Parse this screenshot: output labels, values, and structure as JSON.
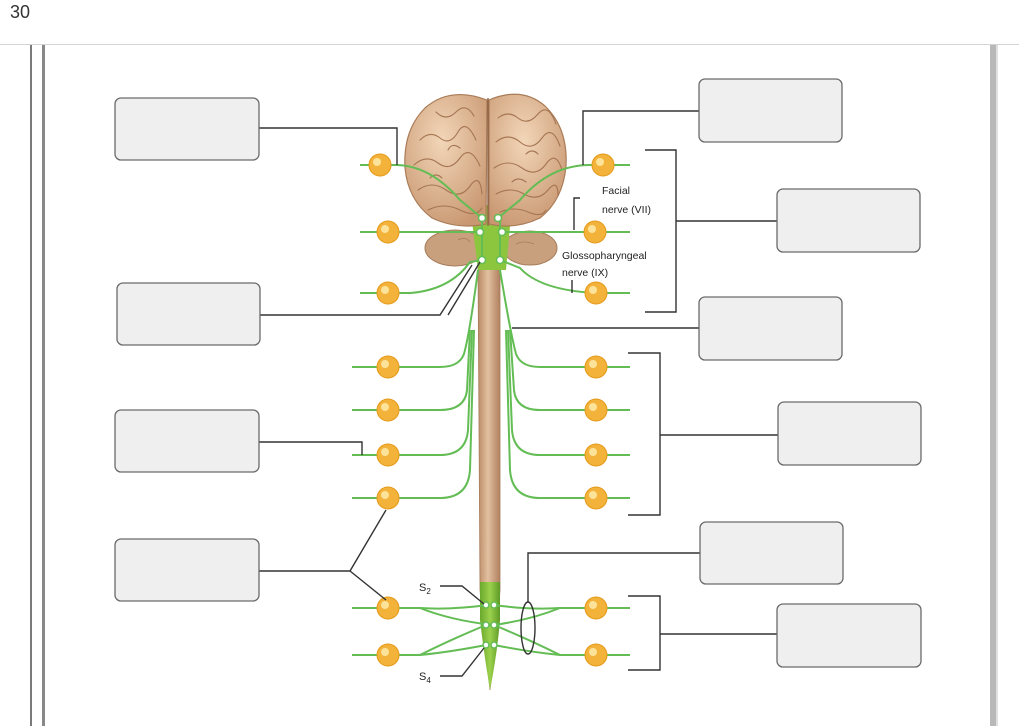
{
  "question": {
    "number": "30"
  },
  "labels": {
    "facial_nerve_line1": "Facial",
    "facial_nerve_line2": "nerve (VII)",
    "glosso_line1": "Glossopharyngeal",
    "glosso_line2": "nerve (IX)",
    "s2_base": "S",
    "s2_sub": "2",
    "s4_base": "S",
    "s4_sub": "4"
  },
  "drop_zones": [
    {
      "name": "drop-box-left-1",
      "value": ""
    },
    {
      "name": "drop-box-left-2",
      "value": ""
    },
    {
      "name": "drop-box-left-3",
      "value": ""
    },
    {
      "name": "drop-box-left-4",
      "value": ""
    },
    {
      "name": "drop-box-right-1",
      "value": ""
    },
    {
      "name": "drop-box-right-2",
      "value": ""
    },
    {
      "name": "drop-box-right-3",
      "value": ""
    },
    {
      "name": "drop-box-right-4",
      "value": ""
    },
    {
      "name": "drop-box-right-5",
      "value": ""
    },
    {
      "name": "drop-box-right-6",
      "value": ""
    }
  ],
  "colors": {
    "nerve_green": "#63bd54",
    "ganglion_orange": "#f3b23a",
    "spinal_cord_tan": "#cfa583",
    "brain_tan": "#e3bd9a",
    "drop_box_fill": "#efefef"
  }
}
